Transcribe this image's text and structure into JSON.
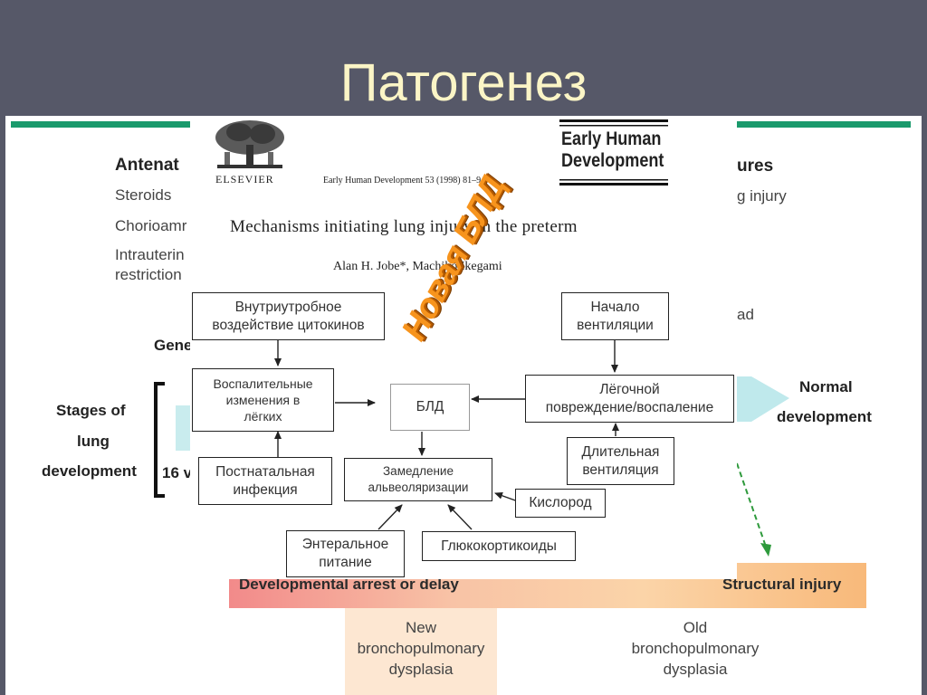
{
  "slide": {
    "title": "Патогенез",
    "colors": {
      "header_bg": "#565868",
      "title_color": "#fbf5c6",
      "accent_green": "#1a9a6c",
      "badge_orange": "#f7941d"
    }
  },
  "background_figure": {
    "antenatal_heading": "Antenat",
    "antenatal_items": [
      "Steroids",
      "Chorioamr",
      "Intrauterin",
      "restriction"
    ],
    "postnatal_heading": "ures",
    "postnatal_items": [
      "g injury",
      "ad"
    ],
    "genetic_label": "Gene",
    "stages_label": [
      "Stages of",
      "lung",
      "development"
    ],
    "weeks_label": "16 v",
    "normal_label": [
      "Normal",
      "development"
    ],
    "band_left": "Developmental arrest or delay",
    "band_right": "Structural injury",
    "new_bpd": [
      "New",
      "bronchopulmonary",
      "dysplasia"
    ],
    "old_bpd": [
      "Old",
      "bronchopulmonary",
      "dysplasia"
    ]
  },
  "paper": {
    "publisher": "ELSEVIER",
    "citation": "Early Human Development 53 (1998) 81–94",
    "journal_logo": [
      "Early Human",
      "Development"
    ],
    "title": "Mechanisms initiating lung injury in the preterm",
    "authors": "Alan H. Jobe*, Machiko Ikegami"
  },
  "diagram": {
    "badge": "Новая БЛД",
    "nodes": {
      "cytokines": [
        "Внутриутробное",
        "воздействие цитокинов"
      ],
      "inflammation": [
        "Воспалительные",
        "изменения в",
        "лёгких"
      ],
      "postnatal_infection": [
        "Постнатальная",
        "инфекция"
      ],
      "bpd": "БЛД",
      "ventilation_start": [
        "Начало",
        "вентиляции"
      ],
      "lung_injury": [
        "Лёгочной",
        "повреждение/воспаление"
      ],
      "long_ventilation": [
        "Длительная",
        "вентиляция"
      ],
      "alveolarization": [
        "Замедление",
        "альвеоляризации"
      ],
      "oxygen": "Кислород",
      "enteral": [
        "Энтеральное",
        "питание"
      ],
      "glucocorticoids": "Глюкокортикоиды"
    }
  }
}
